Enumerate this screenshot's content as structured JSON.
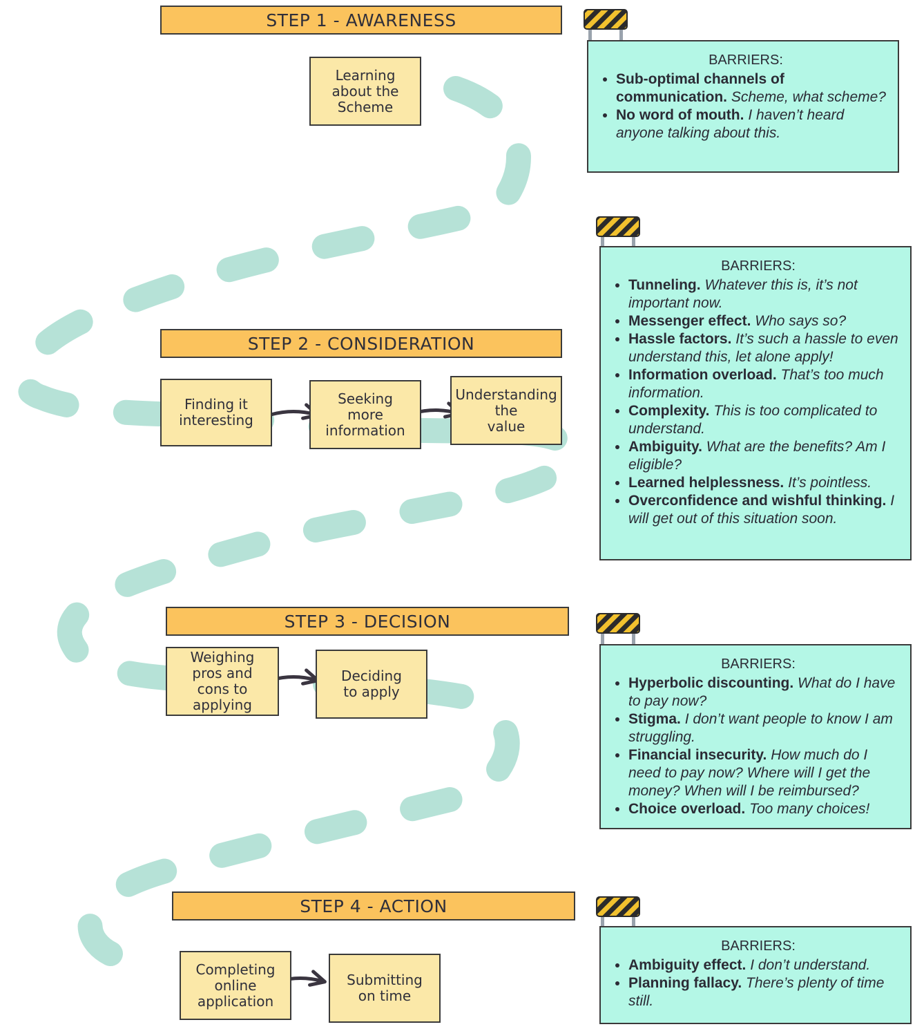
{
  "steps": [
    {
      "header": "STEP 1 - AWARENESS",
      "stages": [
        "Learning\nabout the\nScheme"
      ],
      "barriers": {
        "title": "BARRIERS:",
        "items": [
          {
            "name": "Sub-optimal channels of communication.",
            "quote": "Scheme, what scheme?"
          },
          {
            "name": "No word of mouth.",
            "quote": "I haven’t heard anyone talking about this."
          }
        ]
      }
    },
    {
      "header": "STEP 2 - CONSIDERATION",
      "stages": [
        "Finding it\ninteresting",
        "Seeking\nmore\ninformation",
        "Understanding\nthe\nvalue"
      ],
      "barriers": {
        "title": "BARRIERS:",
        "items": [
          {
            "name": "Tunneling.",
            "quote": "Whatever this is, it’s not important now."
          },
          {
            "name": "Messenger effect.",
            "quote": "Who says so?"
          },
          {
            "name": "Hassle factors.",
            "quote": "It’s such a hassle to even understand this, let alone apply!"
          },
          {
            "name": "Information overload.",
            "quote": "That’s too much information."
          },
          {
            "name": "Complexity.",
            "quote": "This is too complicated to understand."
          },
          {
            "name": "Ambiguity.",
            "quote": "What are the benefits? Am I eligible?"
          },
          {
            "name": "Learned helplessness.",
            "quote": "It’s pointless."
          },
          {
            "name": "Overconfidence and wishful thinking.",
            "quote": "I will get out of this situation soon."
          }
        ]
      }
    },
    {
      "header": "STEP 3 - DECISION",
      "stages": [
        "Weighing\npros and\ncons to\napplying",
        "Deciding\nto apply"
      ],
      "barriers": {
        "title": "BARRIERS:",
        "items": [
          {
            "name": "Hyperbolic discounting.",
            "quote": "What do I have to pay now?"
          },
          {
            "name": "Stigma.",
            "quote": "I don’t want people to know I am struggling."
          },
          {
            "name": "Financial insecurity.",
            "quote": "How much do I need to pay now? Where will I get the money? When will I be reimbursed?"
          },
          {
            "name": "Choice overload.",
            "quote": "Too many choices!"
          }
        ]
      }
    },
    {
      "header": "STEP 4 - ACTION",
      "stages": [
        "Completing\nonline\napplication",
        "Submitting\non time"
      ],
      "barriers": {
        "title": "BARRIERS:",
        "items": [
          {
            "name": "Ambiguity effect.",
            "quote": "I don’t understand."
          },
          {
            "name": "Planning fallacy.",
            "quote": "There’s plenty of time still."
          }
        ]
      }
    }
  ],
  "colors": {
    "header": "#fbc35d",
    "stage": "#fbe8a8",
    "barrier": "#b4f7e6",
    "path": "#a9ddd0",
    "arrow": "#3a3540"
  },
  "icons": [
    "roadblock-sign-icon",
    "arrow-right-icon"
  ]
}
